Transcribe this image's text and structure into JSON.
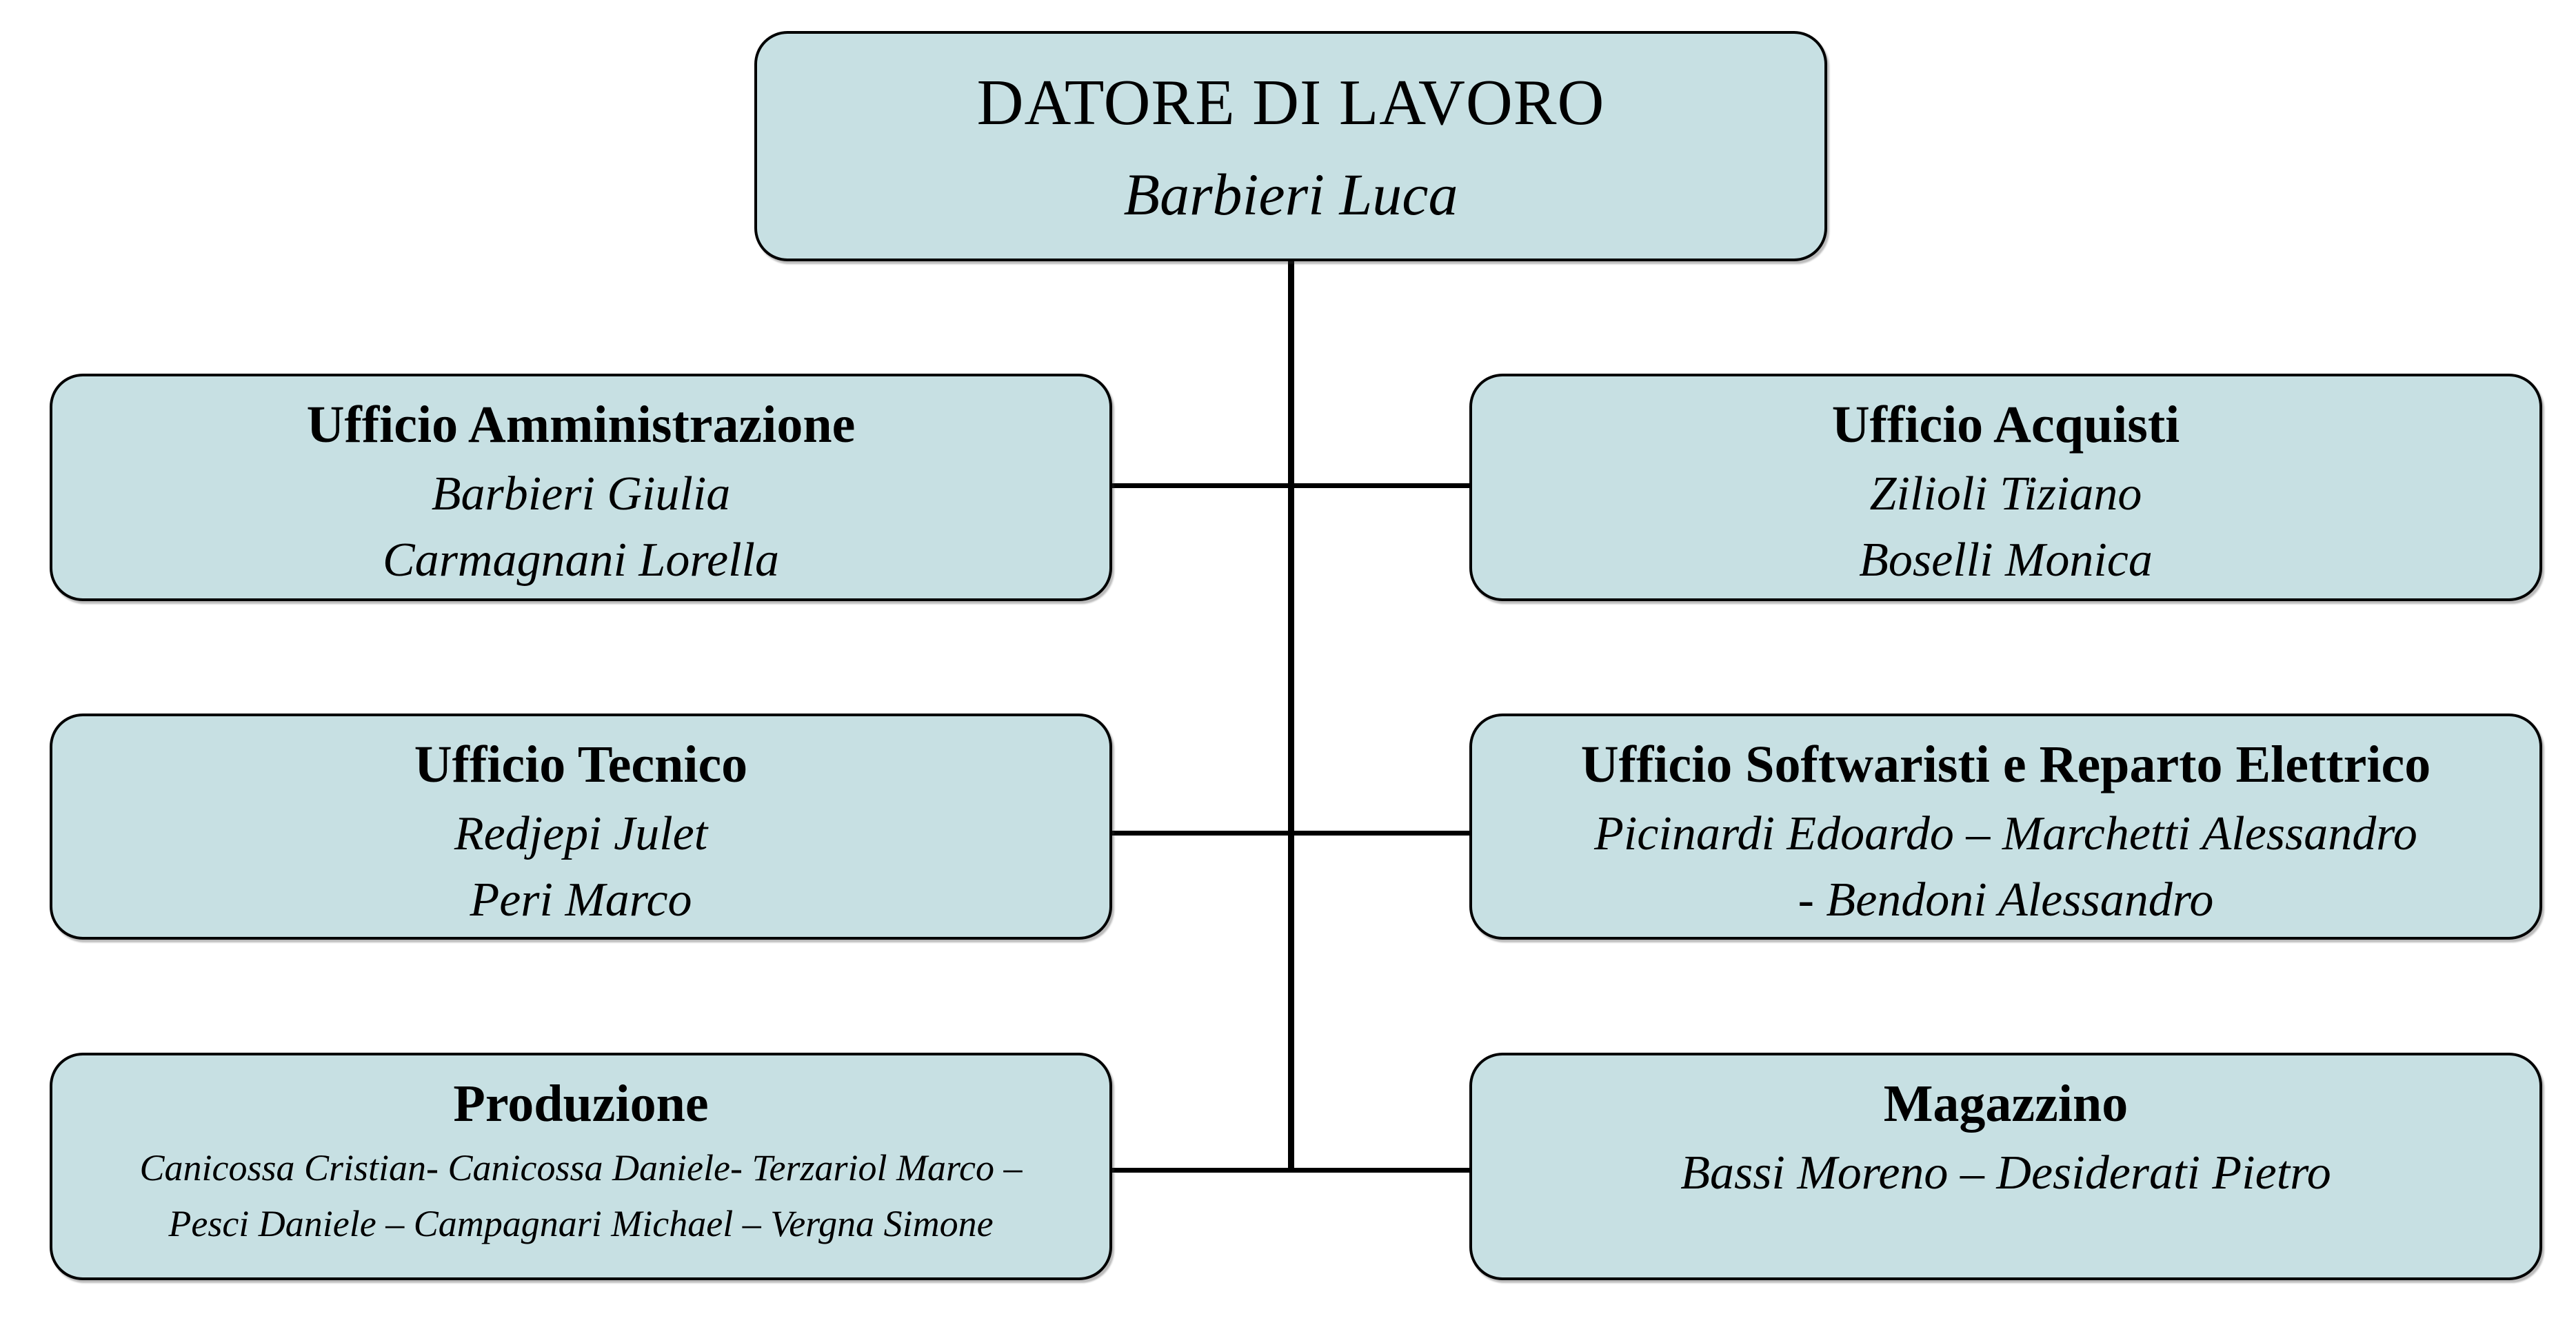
{
  "org": {
    "root": {
      "title": "DATORE DI LAVORO",
      "subtitle": "Barbieri Luca"
    },
    "left": [
      {
        "title": "Ufficio Amministrazione",
        "line1": "Barbieri Giulia",
        "line2": "Carmagnani Lorella"
      },
      {
        "title": "Ufficio Tecnico",
        "line1": "Redjepi Julet",
        "line2": "Peri Marco"
      },
      {
        "title": "Produzione",
        "line1": "Canicossa Cristian- Canicossa Daniele- Terzariol Marco –",
        "line2": "Pesci Daniele – Campagnari Michael – Vergna Simone"
      }
    ],
    "right": [
      {
        "title": "Ufficio Acquisti",
        "line1": "Zilioli Tiziano",
        "line2": "Boselli Monica"
      },
      {
        "title": "Ufficio Softwaristi e Reparto Elettrico",
        "line1": "Picinardi Edoardo – Marchetti Alessandro",
        "line2": "- Bendoni Alessandro"
      },
      {
        "title": "Magazzino",
        "line1": "Bassi Moreno – Desiderati Pietro",
        "line2": ""
      }
    ]
  },
  "colors": {
    "node_fill": "#c7e0e3",
    "node_border": "#000000",
    "connector": "#000000",
    "canvas_bg": "#ffffff",
    "text": "#000000"
  }
}
